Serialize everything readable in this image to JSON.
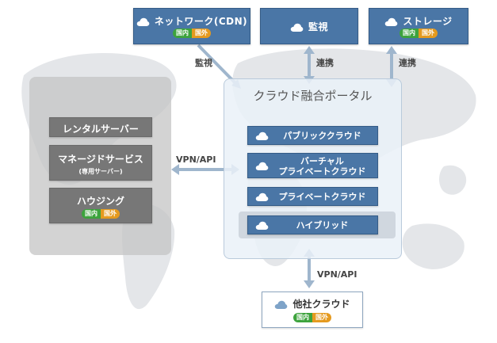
{
  "top": {
    "cdn": {
      "title": "ネットワーク(CDN)",
      "badge_in": "国内",
      "badge_out": "国外"
    },
    "monitor": {
      "title": "監視"
    },
    "storage": {
      "title": "ストレージ",
      "badge_in": "国内",
      "badge_out": "国外"
    }
  },
  "connectors": {
    "monitor": "監視",
    "link1": "連携",
    "link2": "連携",
    "vpn_left": "VPN/API",
    "vpn_bottom": "VPN/API"
  },
  "left": {
    "rental": "レンタルサーバー",
    "managed": "マネージドサービス",
    "managed_sub": "(専用サーバー)",
    "housing": "ハウジング",
    "badge_in": "国内",
    "badge_out": "国外"
  },
  "portal": {
    "title": "クラウド融合ポータル",
    "items": [
      {
        "label": "パブリッククラウド"
      },
      {
        "label_line1": "バーチャル",
        "label_line2": "プライベートクラウド"
      },
      {
        "label": "プライベートクラウド"
      },
      {
        "label": "ハイブリッド"
      }
    ]
  },
  "bottom": {
    "title": "他社クラウド",
    "badge_in": "国内",
    "badge_out": "国外"
  },
  "icons": {
    "cloud": "cloud-icon"
  },
  "colors": {
    "box_blue": "#4a76a6",
    "box_grey": "#777777",
    "badge_domestic": "#3da33d",
    "badge_overseas": "#e59a1f",
    "arrow": "#9fb6cd"
  }
}
